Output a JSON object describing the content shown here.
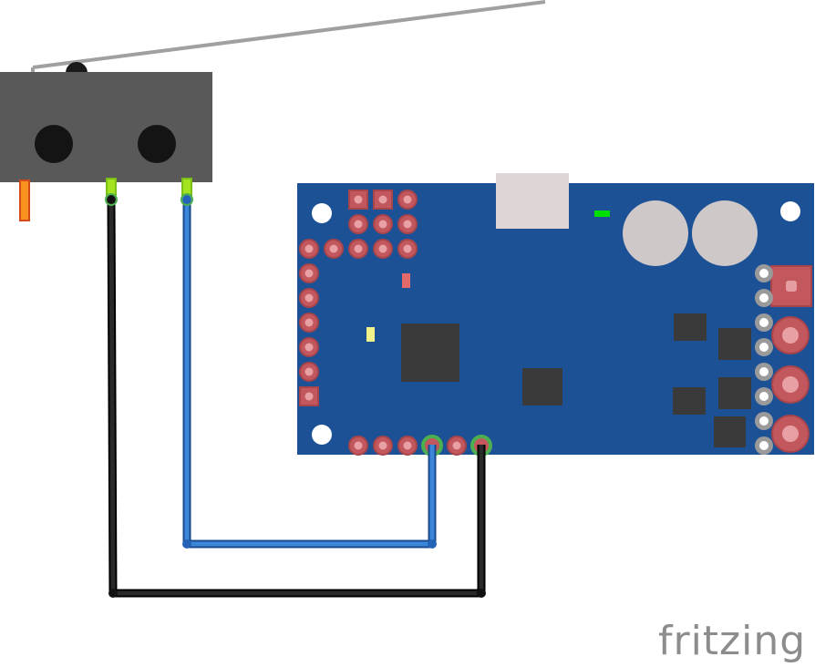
{
  "logo": {
    "text": "fritzing"
  },
  "parts": [
    {
      "id": "limit-switch",
      "kind": "lever microswitch"
    },
    {
      "id": "sensor-board",
      "kind": "blue breakout board"
    }
  ],
  "wires": [
    {
      "id": "wire-blue",
      "color": "#2563b8"
    },
    {
      "id": "wire-black",
      "color": "#111111"
    }
  ],
  "colors": {
    "board": "#1c5196",
    "switch": "#595959",
    "pad": "#c2575d",
    "connected_pin": "#4caf50",
    "led": "#00e000"
  }
}
